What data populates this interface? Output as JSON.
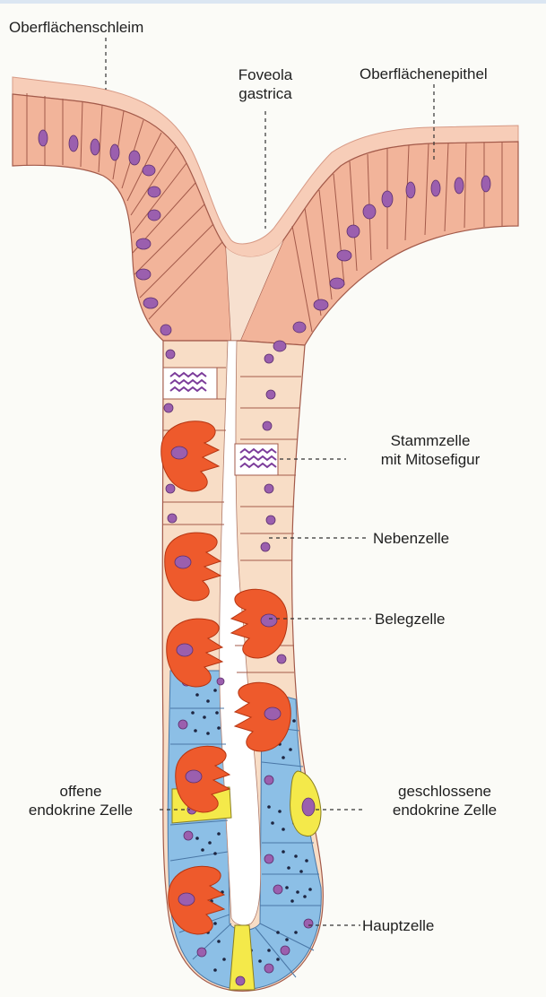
{
  "labels": {
    "surface_mucus": "Oberflächenschleim",
    "foveola_1": "Foveola",
    "foveola_2": "gastrica",
    "surface_epithelium": "Oberflächenepithel",
    "stem_cell_1": "Stammzelle",
    "stem_cell_2": "mit Mitosefigur",
    "neck_cell": "Nebenzelle",
    "parietal_cell": "Belegzelle",
    "open_endo_1": "offene",
    "open_endo_2": "endokrine Zelle",
    "closed_endo_1": "geschlossene",
    "closed_endo_2": "endokrine Zelle",
    "chief_cell": "Hauptzelle"
  },
  "colors": {
    "epithelium": "#f2b49a",
    "mucus": "#f7cdb8",
    "cell_line": "#a35a4a",
    "nucleus": "#9b5fae",
    "neck_zone": "#f8ddc6",
    "parietal": "#ee5a2c",
    "chief": "#8cbfe6",
    "endocrine": "#f4e94a",
    "mitosis": "#7b3b9a"
  }
}
